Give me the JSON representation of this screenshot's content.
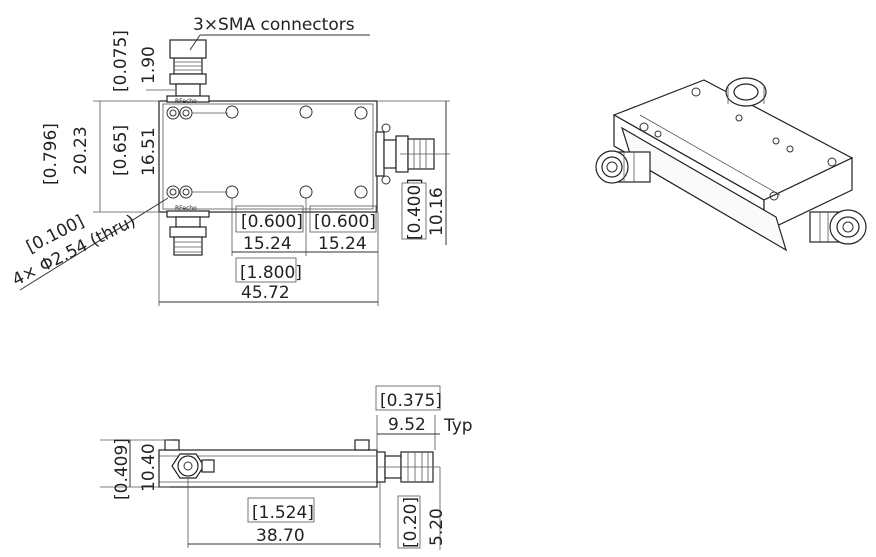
{
  "labels": {
    "connectors": "3×SMA connectors",
    "hole_in": "[0.100]",
    "hole_mm": "4× Φ2.54 (thru)",
    "typ": "Typ",
    "rfecho_top": "RFecho",
    "rfecho_bottom": "RFecho"
  },
  "dims": {
    "conn_len_in": "[0.075]",
    "conn_len_mm": "1.90",
    "height_in": "[0.796]",
    "height_mm": "20.23",
    "hole_span_in": "[0.65]",
    "hole_span_mm": "16.51",
    "pitch1_in": "[0.600]",
    "pitch1_mm": "15.24",
    "pitch2_in": "[0.600]",
    "pitch2_mm": "15.24",
    "out_offset_in": "[0.400]",
    "out_offset_mm": "10.16",
    "hole_run_in": "[1.800]",
    "length_mm": "45.72",
    "side_overhang_in": "[0.375]",
    "side_overhang_mm": "9.52",
    "thick_in": "[0.409]",
    "thick_mm": "10.40",
    "center_in": "[1.524]",
    "center_mm": "38.70",
    "flange_in": "[0.20]",
    "flange_mm": "5.20"
  }
}
